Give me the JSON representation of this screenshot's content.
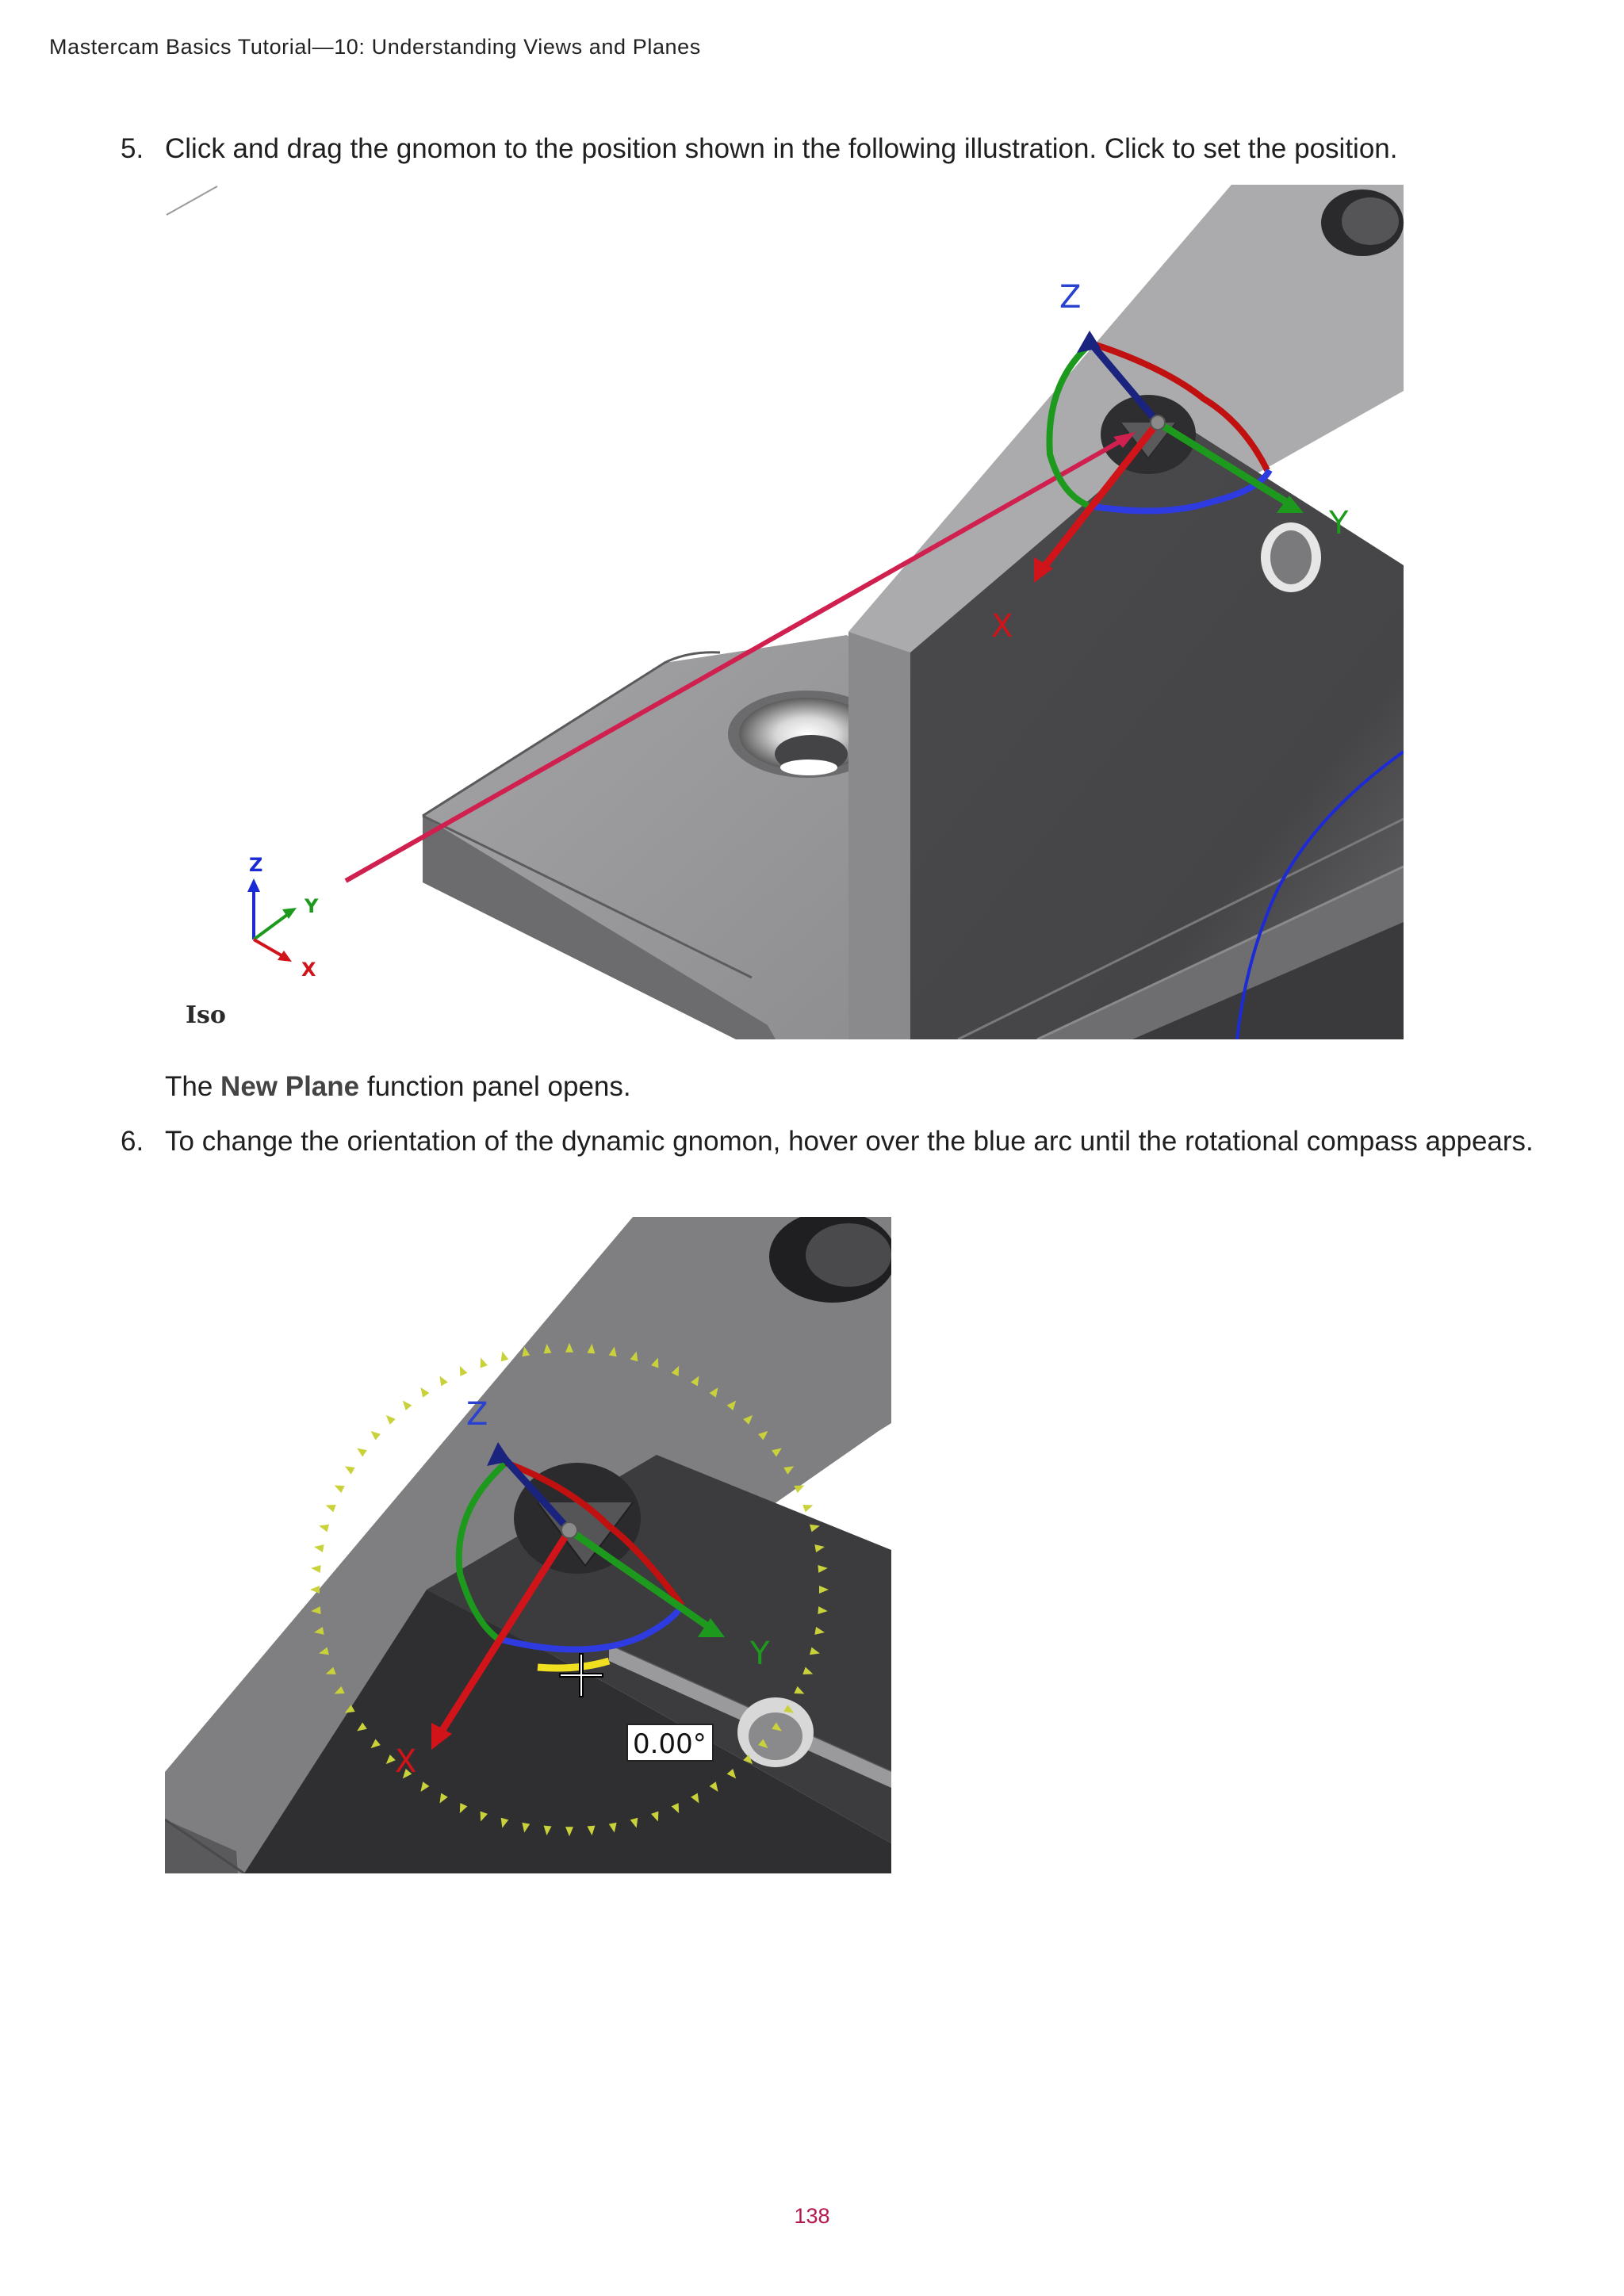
{
  "header": {
    "title": "Mastercam Basics Tutorial—10: Understanding Views and Planes"
  },
  "steps": [
    {
      "number": "5.",
      "text": "Click and drag the gnomon to the position shown in the following illustration. Click to set the position."
    },
    {
      "number": "6.",
      "text": "To change the orientation of the dynamic gnomon, hover over the blue arc until the rotational compass appears."
    }
  ],
  "note": {
    "prefix": "The ",
    "bold": "New Plane",
    "suffix": " function panel opens."
  },
  "figure1": {
    "view_label": "Iso",
    "gnomon_labels": {
      "z": "Z",
      "y": "Y",
      "x": "X"
    },
    "small_gnomon_labels": {
      "z": "Z",
      "y": "Y",
      "x": "X"
    }
  },
  "figure2": {
    "angle_readout": "0.00°",
    "gnomon_labels": {
      "z": "Z",
      "y": "Y",
      "x": "X"
    }
  },
  "footer": {
    "page_number": "138"
  },
  "colors": {
    "axis_x": "#d0141a",
    "axis_y": "#1d9a1d",
    "axis_z": "#1a237e",
    "drag_line": "#d0204f",
    "page_number": "#b5174f"
  }
}
